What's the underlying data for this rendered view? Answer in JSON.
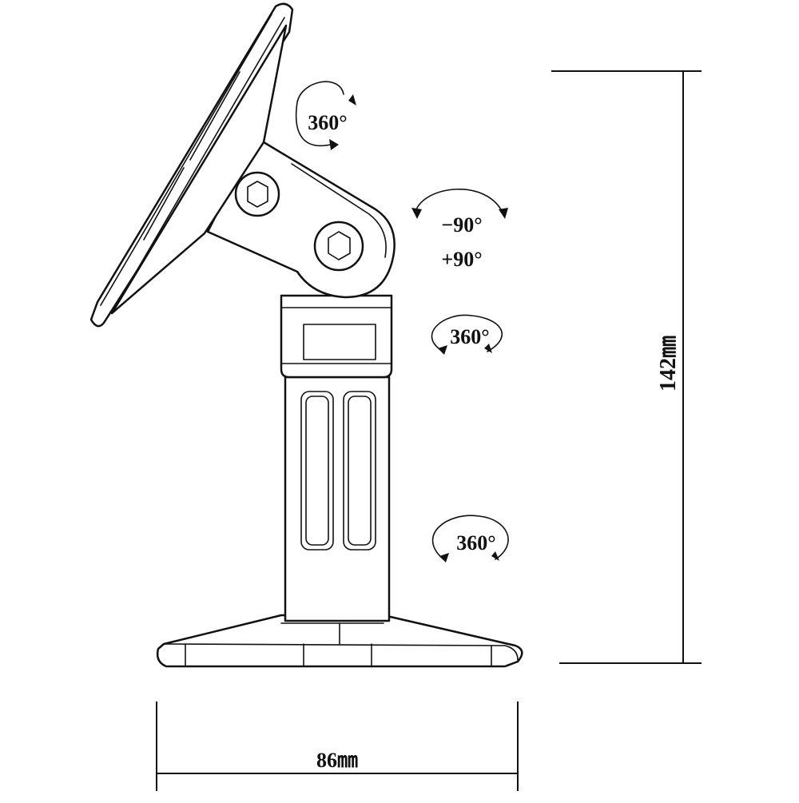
{
  "labels": {
    "rot_top": "360°",
    "tilt_minus": "−90°",
    "tilt_plus": "+90°",
    "rot_mid": "360°",
    "rot_bottom": "360°"
  },
  "dimensions": {
    "height": "142㎜",
    "width": "86㎜"
  },
  "colors": {
    "line": "#111111",
    "background": "#ffffff"
  }
}
